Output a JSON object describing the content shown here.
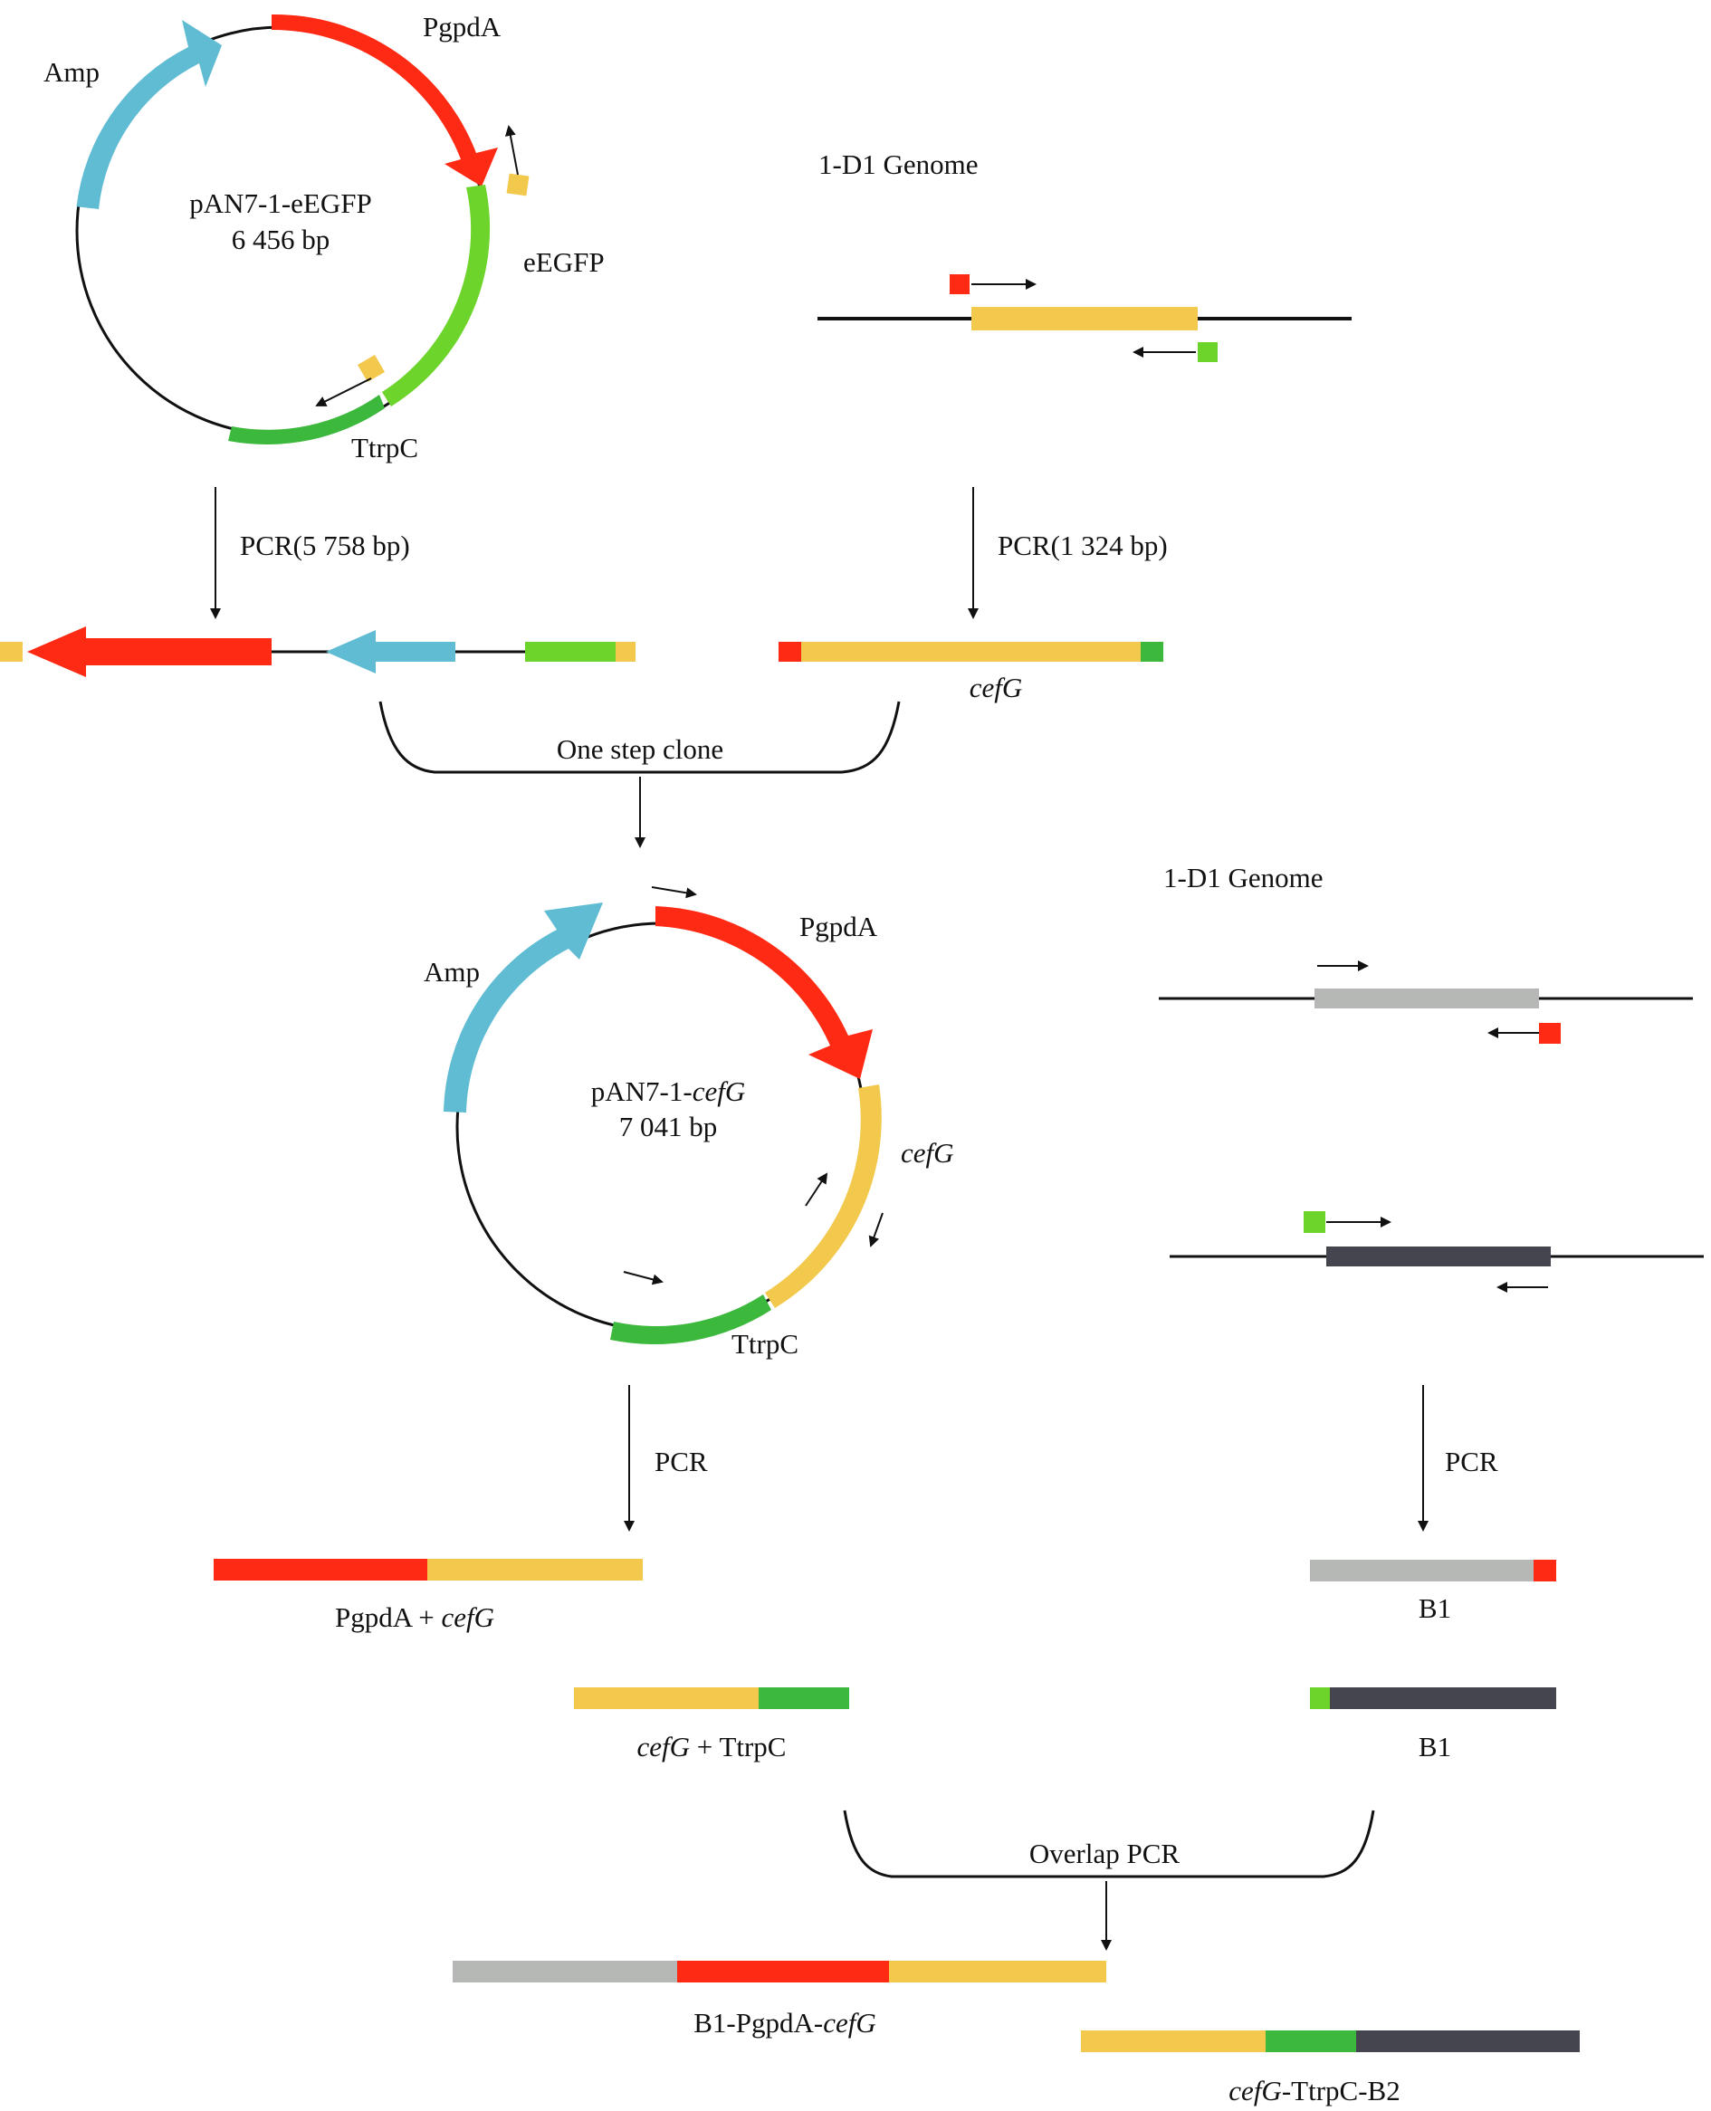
{
  "colors": {
    "red": "#ff2a14",
    "blue": "#5fbcd3",
    "green": "#6cd42a",
    "dark_green": "#3cb83c",
    "yellow": "#f2c94c",
    "gray": "#b5b8b5",
    "dark_gray": "#45454f",
    "line": "#111111"
  },
  "plasmid1": {
    "name": "pAN7-1-eEGFP",
    "size": "6 456 bp",
    "labels": {
      "amp": "Amp",
      "promoter": "PgpdA",
      "gene": "eEGFP",
      "terminator": "TtrpC"
    }
  },
  "genome1": {
    "title": "1-D1 Genome"
  },
  "pcr_vector": {
    "label": "PCR(5 758 bp)"
  },
  "pcr_insert": {
    "label": "PCR(1 324 bp)",
    "product": "cefG"
  },
  "one_step": {
    "label": "One step clone"
  },
  "plasmid2": {
    "name_prefix": "pAN7-1-",
    "name_gene": "cefG",
    "size": "7 041 bp",
    "labels": {
      "amp": "Amp",
      "promoter": "PgpdA",
      "gene": "cefG",
      "terminator": "TtrpC"
    }
  },
  "genome2": {
    "title": "1-D1 Genome"
  },
  "pcr_left": {
    "label": "PCR"
  },
  "pcr_right": {
    "label": "PCR"
  },
  "fragments": {
    "pgpda_cefg": {
      "part1": "PgpdA + ",
      "part2": "cefG"
    },
    "cefg_ttrpc": {
      "part1": "cefG",
      "part2": " + TtrpC"
    },
    "b1_top": "B1",
    "b1_bottom": "B1"
  },
  "overlap": {
    "label": "Overlap PCR"
  },
  "final": {
    "f1": {
      "prefix": "B1-PgpdA-",
      "gene": "cefG"
    },
    "f2": {
      "gene": "cefG",
      "suffix": "-TtrpC-B2"
    }
  }
}
